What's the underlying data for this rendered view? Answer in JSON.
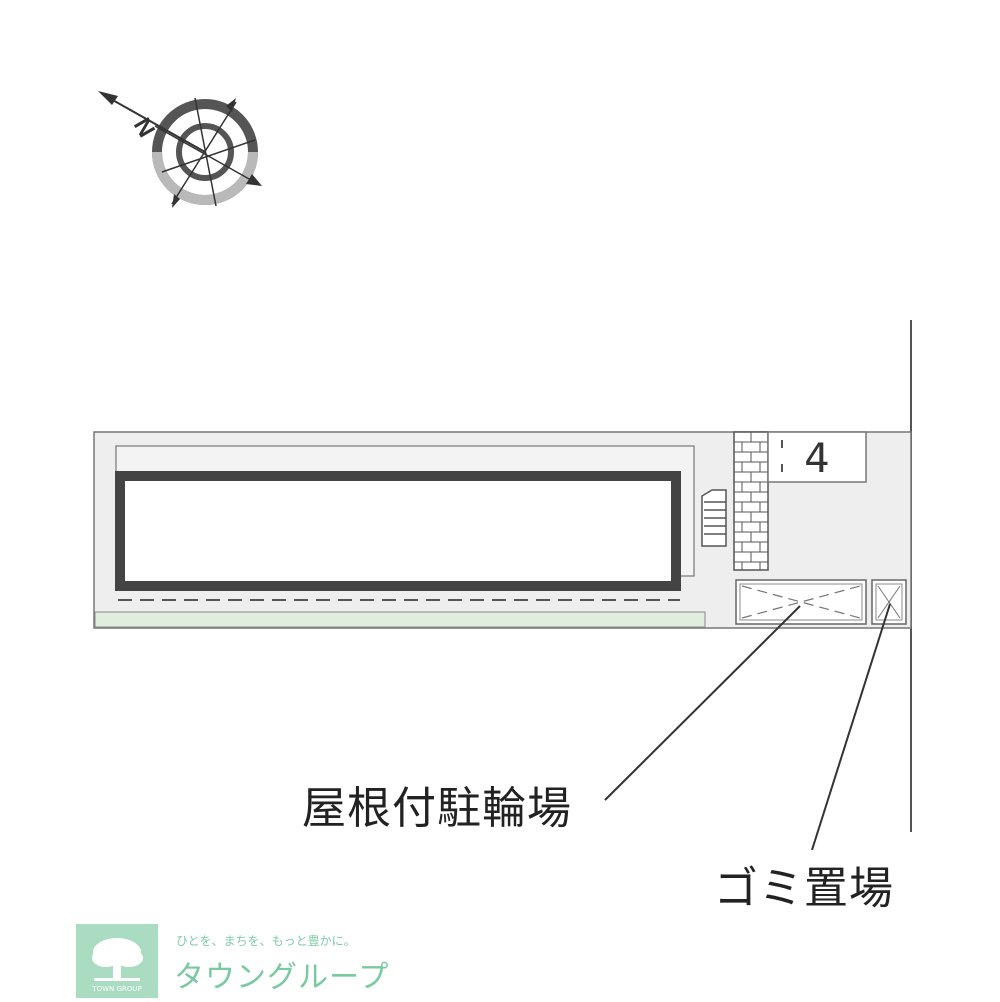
{
  "compass": {
    "north_letter": "N",
    "icon": "compass-rose-icon"
  },
  "site_plan": {
    "parking_space_number": "4",
    "bike_parking_label": "屋根付駐輪場",
    "trash_area_label": "ゴミ置場"
  },
  "logo": {
    "tagline": "ひとを、まちを、もっと豊かに。",
    "name": "タウングループ",
    "badge_text": "TOWN GROUP",
    "icon": "tree-icon",
    "color": "#a9dcc0"
  }
}
